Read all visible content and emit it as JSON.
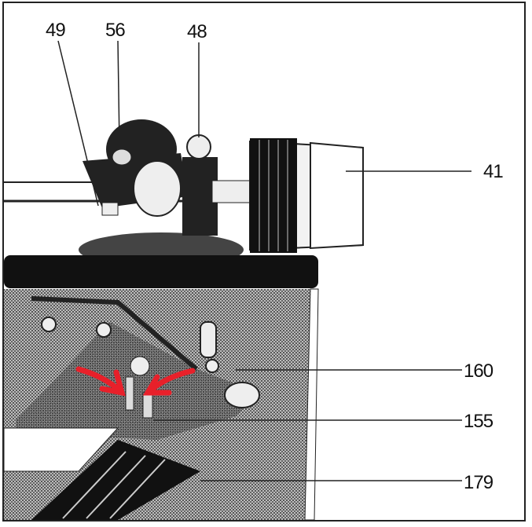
{
  "figure": {
    "callouts": [
      {
        "id": "49",
        "label": "49"
      },
      {
        "id": "56",
        "label": "56"
      },
      {
        "id": "48",
        "label": "48"
      },
      {
        "id": "41",
        "label": "41"
      },
      {
        "id": "160",
        "label": "160"
      },
      {
        "id": "155",
        "label": "155"
      },
      {
        "id": "179",
        "label": "179"
      }
    ],
    "annotation_color": "#e8202a"
  }
}
